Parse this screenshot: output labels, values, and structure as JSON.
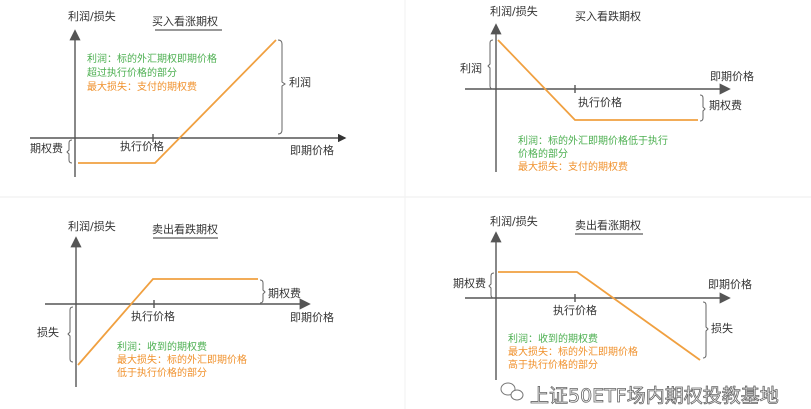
{
  "colors": {
    "payoff_line": "#f0a040",
    "profit_text": "#4caf50",
    "loss_text": "#f0912c",
    "axis": "#555555"
  },
  "panels": [
    {
      "title": "买入看涨期权",
      "y_label": "利润/损失",
      "x_label": "即期价格",
      "strike_label": "执行价格",
      "bracket_right": "利润",
      "bracket_left": "期权费",
      "profit_lines": [
        "利润：标的外汇期权即期价格",
        "超过执行价格的部分"
      ],
      "loss_lines": [
        "最大损失：支付的期权费"
      ]
    },
    {
      "title": "买入看跌期权",
      "y_label": "利润/损失",
      "x_label": "即期价格",
      "strike_label": "执行价格",
      "bracket_right": "期权费",
      "bracket_left": "利润",
      "profit_lines": [
        "利润：标的外汇即期价格低于执行",
        "价格的部分"
      ],
      "loss_lines": [
        "最大损失：支付的期权费"
      ]
    },
    {
      "title": "卖出看跌期权",
      "y_label": "利润/损失",
      "x_label": "即期价格",
      "strike_label": "执行价格",
      "bracket_right": "期权费",
      "bracket_left": "损失",
      "profit_lines": [
        "利润：收到的期权费"
      ],
      "loss_lines": [
        "最大损失：标的外汇即期价格",
        "低于执行价格的部分"
      ]
    },
    {
      "title": "卖出看涨期权",
      "y_label": "利润/损失",
      "x_label": "即期价格",
      "strike_label": "执行价格",
      "bracket_right": "损失",
      "bracket_left": "期权费",
      "profit_lines": [
        "利润：收到的期权费"
      ],
      "loss_lines": [
        "最大损失：标的外汇即期价格",
        "高于执行价格的部分"
      ]
    }
  ],
  "watermark": {
    "text": "上证50ETF场内期权投教基地",
    "icon": "wechat-icon"
  }
}
